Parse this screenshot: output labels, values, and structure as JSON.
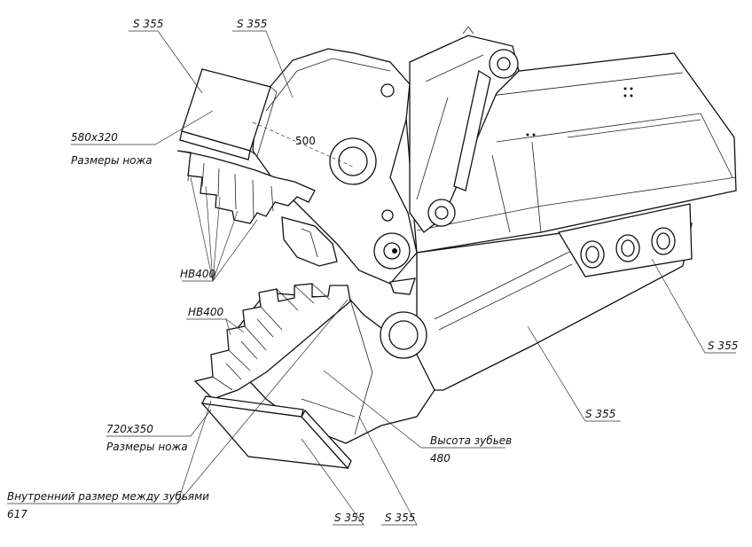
{
  "labels": {
    "s355_top_left": "S 355",
    "s355_top_mid": "S 355",
    "knife_top_size": "580x320",
    "knife_top_caption": "Размеры ножа",
    "pin_distance": "500",
    "hb400_upper": "HB400",
    "hb400_lower": "HB400",
    "knife_bottom_size": "720x350",
    "knife_bottom_caption": "Размеры ножа",
    "inner_gap_caption": "Внутренний размер между зубьями",
    "inner_gap_value": "617",
    "teeth_height_caption": "Высота зубьев",
    "teeth_height_value": "480",
    "s355_right": "S 355",
    "s355_mid_right": "S 355",
    "s355_bottom_a": "S 355",
    "s355_bottom_b": "S 355"
  },
  "colors": {
    "line": "#111111",
    "background": "#ffffff"
  }
}
